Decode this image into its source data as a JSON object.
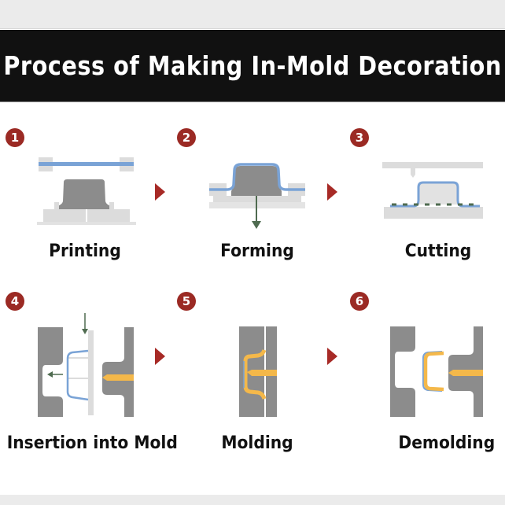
{
  "header": {
    "title": "Process of Making In-Mold Decoration"
  },
  "colors": {
    "badge": "#9b2a24",
    "arrow": "#a72a26",
    "film": "#7aa3d6",
    "mold_dark": "#8c8c8c",
    "mold_light": "#dcdcdc",
    "resin": "#f4b84a",
    "green_arrow": "#4f6b50"
  },
  "steps": [
    {
      "number": "1",
      "label": "Printing",
      "icon": "printing-diagram"
    },
    {
      "number": "2",
      "label": "Forming",
      "icon": "forming-diagram"
    },
    {
      "number": "3",
      "label": "Cutting",
      "icon": "cutting-diagram"
    },
    {
      "number": "4",
      "label": "Insertion into Mold",
      "icon": "insertion-diagram"
    },
    {
      "number": "5",
      "label": "Molding",
      "icon": "molding-diagram"
    },
    {
      "number": "6",
      "label": "Demolding",
      "icon": "demolding-diagram"
    }
  ],
  "flow_arrows": [
    "1-to-2",
    "2-to-3",
    "4-to-5",
    "5-to-6"
  ]
}
